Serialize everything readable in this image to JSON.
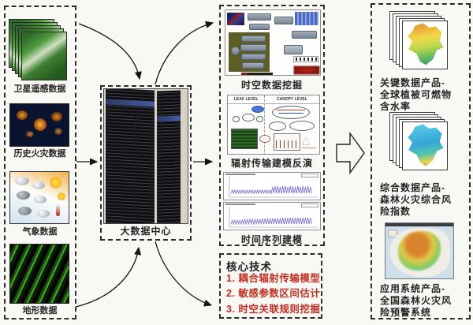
{
  "colors": {
    "background": "#f8f8f5",
    "dash_border": "#2b2b2b",
    "label_text": "#262626",
    "core_tech_red": "#c22f23",
    "arrow": "#141414"
  },
  "data_sources": {
    "items": [
      {
        "label": "卫星遥感数据"
      },
      {
        "label": "历史火灾数据"
      },
      {
        "label": "气象数据"
      },
      {
        "label": "地形数据"
      }
    ]
  },
  "data_center": {
    "label": "大数据中心"
  },
  "processing": {
    "panels": [
      {
        "label": "时空数据挖掘"
      },
      {
        "label": "辐射传输建模反演",
        "left_header": "LEAF LEVEL",
        "right_header": "CANOPY LEVEL"
      },
      {
        "label": "时间序列建模"
      }
    ]
  },
  "core_tech": {
    "title": "核心技术",
    "items": [
      "1. 耦合辐射传输模型",
      "2. 敏感参数区间估计",
      "3. 时空关联规则挖掘"
    ]
  },
  "products": {
    "items": [
      {
        "label": "关键数据产品-\n全球植被可燃物\n含水率"
      },
      {
        "label": "综合数据产品-\n森林火灾综合风\n险指数"
      },
      {
        "label": "应用系统产品-\n全国森林火灾风\n险预警系统"
      }
    ]
  }
}
